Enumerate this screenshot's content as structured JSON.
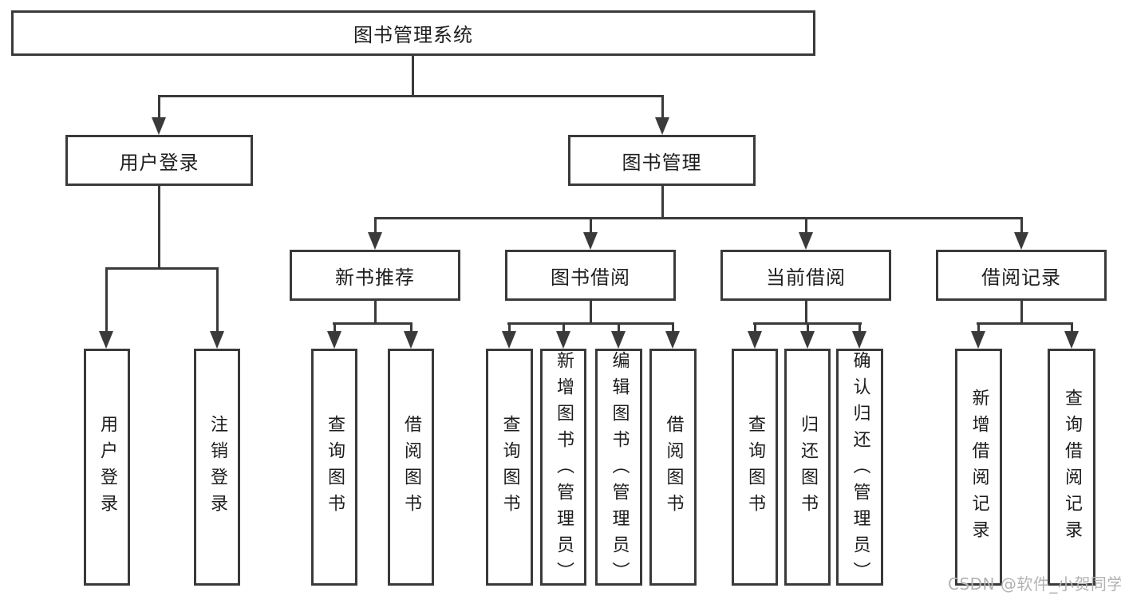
{
  "diagram": {
    "colors": {
      "line": "#3a3a3a",
      "box_border": "#3a3a3a",
      "text": "#1d1d1d",
      "watermark_text": "#b2b2b2",
      "background": "#ffffff"
    },
    "root": {
      "label": "图书管理系统"
    },
    "level1": [
      {
        "id": "user-login",
        "label": "用户登录"
      },
      {
        "id": "book-management",
        "label": "图书管理"
      }
    ],
    "level2": [
      {
        "id": "new-book-recommendation",
        "label": "新书推荐"
      },
      {
        "id": "book-borrowing",
        "label": "图书借阅"
      },
      {
        "id": "current-borrowing",
        "label": "当前借阅"
      },
      {
        "id": "borrowing-records",
        "label": "借阅记录"
      }
    ],
    "leaves": [
      {
        "id": "user-login",
        "label": "用户登录"
      },
      {
        "id": "logout-login",
        "label": "注销登录"
      },
      {
        "id": "query-books-recommend",
        "label": "查询图书"
      },
      {
        "id": "borrow-books-recommend",
        "label": "借阅图书"
      },
      {
        "id": "query-books-borrowing",
        "label": "查询图书"
      },
      {
        "id": "add-books-admin",
        "label": "新增图书（管理员）"
      },
      {
        "id": "edit-books-admin",
        "label": "编辑图书（管理员）"
      },
      {
        "id": "borrow-books-borrowing",
        "label": "借阅图书"
      },
      {
        "id": "query-books-current",
        "label": "查询图书"
      },
      {
        "id": "return-books",
        "label": "归还图书"
      },
      {
        "id": "confirm-return-admin",
        "label": "确认归还（管理员）"
      },
      {
        "id": "add-borrowing-record",
        "label": "新增借阅记录"
      },
      {
        "id": "query-borrowing-record",
        "label": "查询借阅记录"
      }
    ],
    "watermark": "CSDN @软件_小贺同学"
  }
}
